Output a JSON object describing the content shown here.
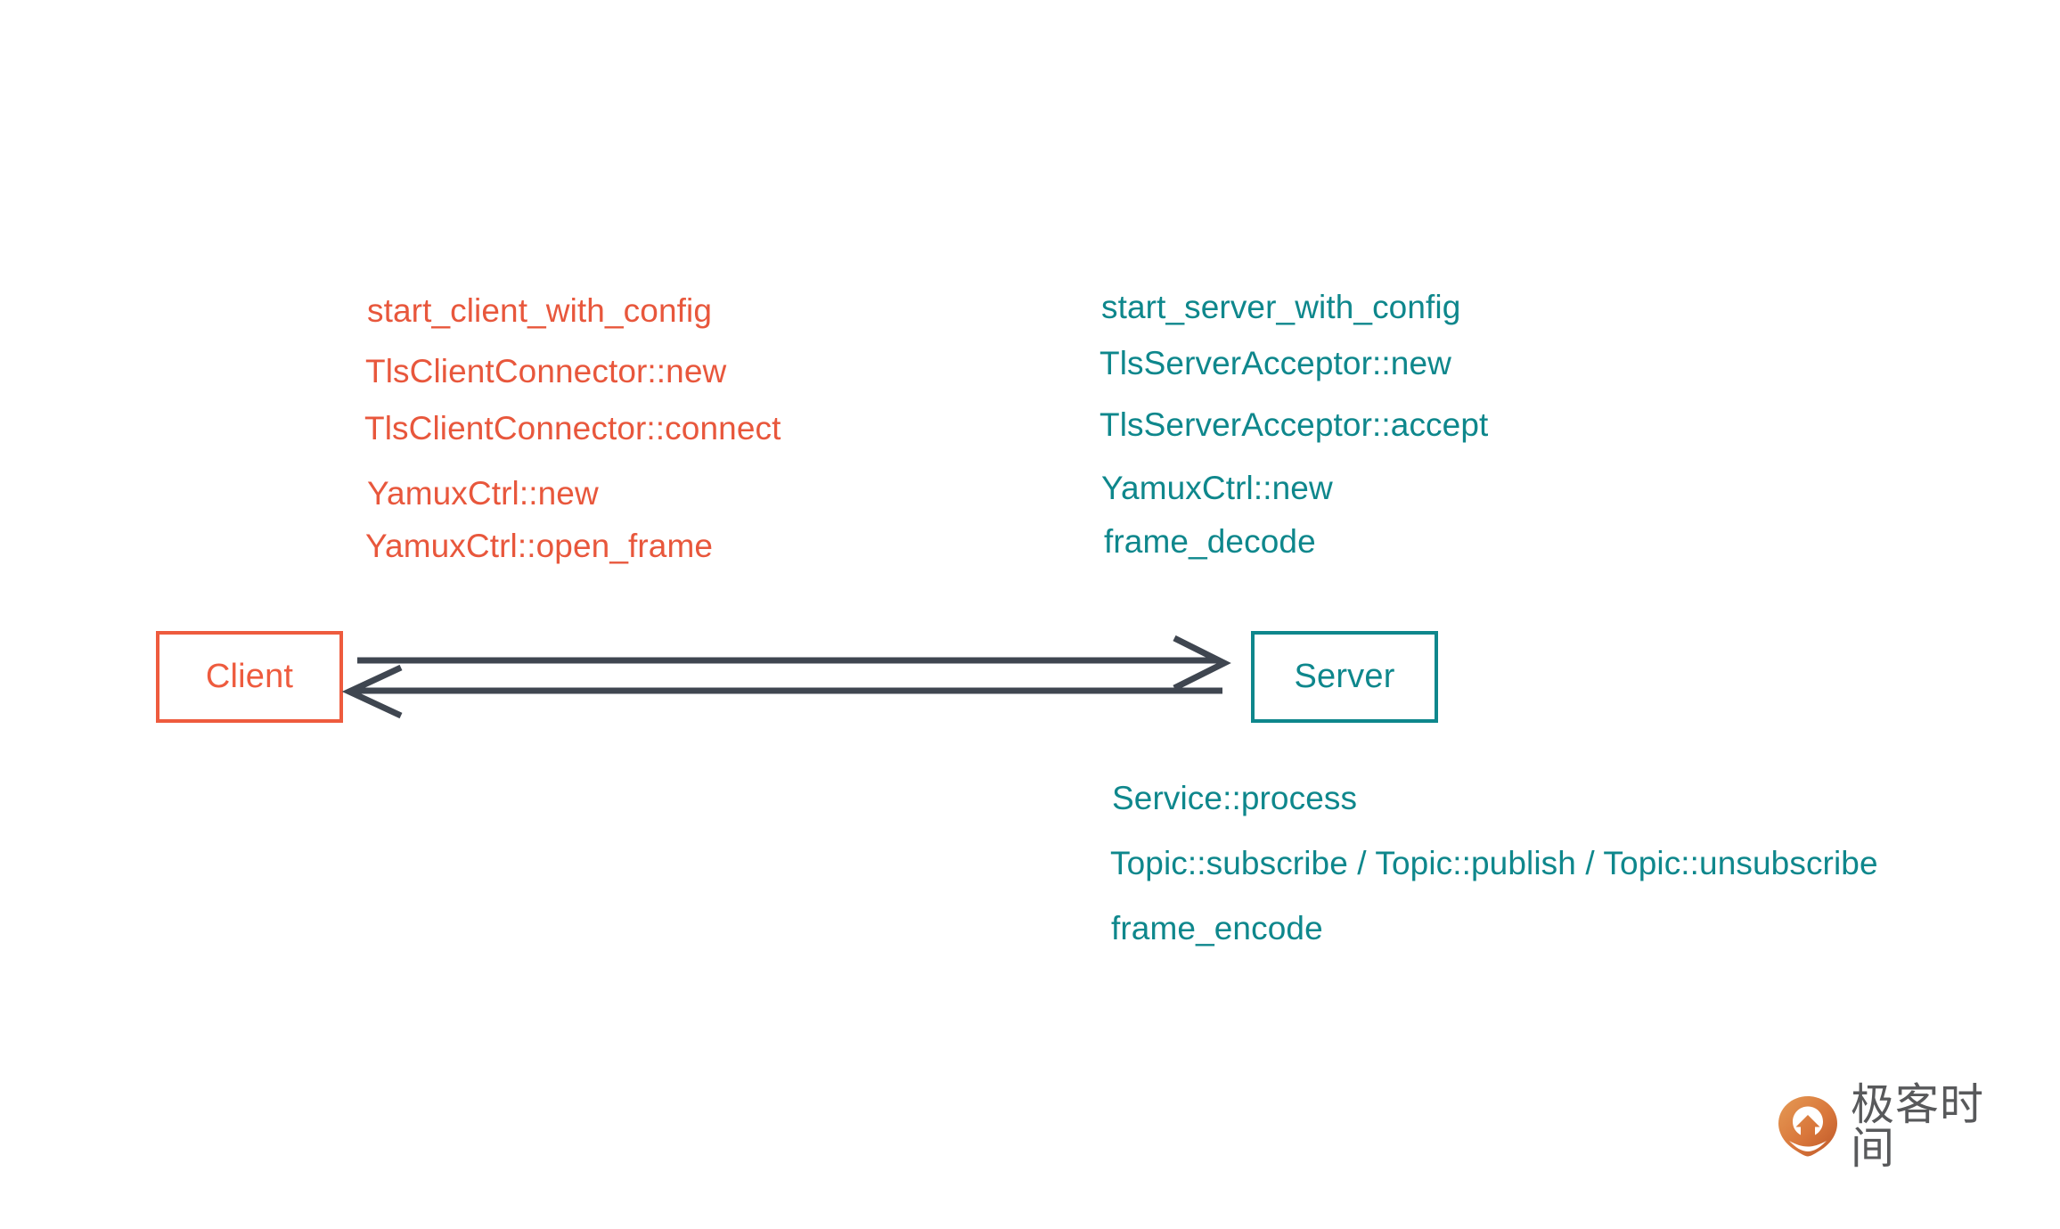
{
  "diagram": {
    "type": "sequence-interaction",
    "colors": {
      "client": "#EE5B3E",
      "server": "#0E878C",
      "arrow": "#3F4650",
      "logo_text": "#58595B",
      "logo_mark_light": "#E08A46",
      "logo_mark_dark": "#C9622F",
      "background": "#FFFFFF"
    },
    "nodes": {
      "client": {
        "label": "Client"
      },
      "server": {
        "label": "Server"
      }
    },
    "arrows": [
      {
        "name": "client-to-server",
        "direction": "right",
        "from": "Client",
        "to": "Server"
      },
      {
        "name": "server-to-client",
        "direction": "left",
        "from": "Server",
        "to": "Client"
      }
    ],
    "client_calls": [
      "start_client_with_config",
      "TlsClientConnector::new",
      "TlsClientConnector::connect",
      "YamuxCtrl::new",
      "YamuxCtrl::open_frame"
    ],
    "server_calls": [
      "start_server_with_config",
      "TlsServerAcceptor::new",
      "TlsServerAcceptor::accept",
      "YamuxCtrl::new",
      "frame_decode"
    ],
    "server_processing": [
      "Service::process",
      "Topic::subscribe / Topic::publish / Topic::unsubscribe",
      "frame_encode"
    ]
  },
  "watermark": {
    "text": "极客时间",
    "mark_name": "geektime-pin-logo"
  }
}
